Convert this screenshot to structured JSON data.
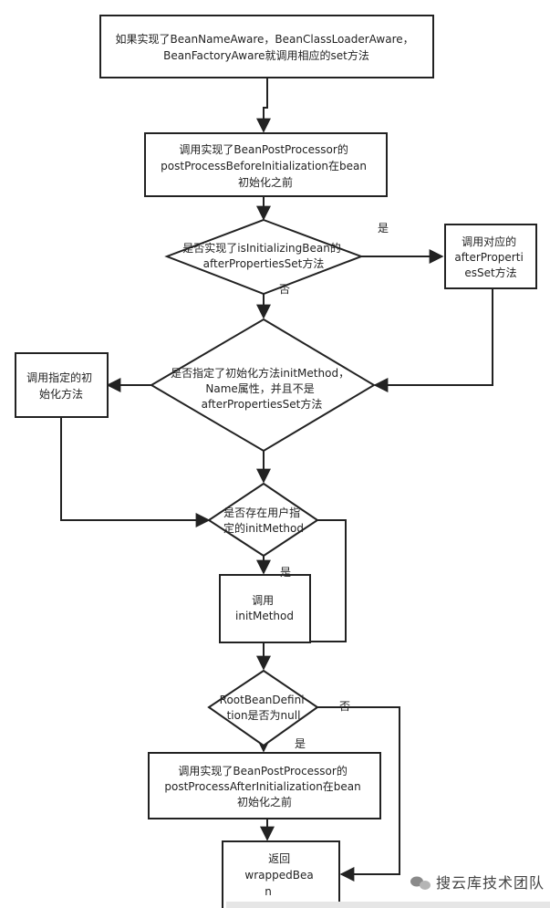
{
  "nodes": {
    "aware": [
      "如果实现了BeanNameAware，BeanClassLoaderAware，",
      "BeanFactoryAware就调用相应的set方法"
    ],
    "before_init": [
      "调用实现了BeanPostProcessor的",
      "postProcessBeforeInitialization在bean",
      "初始化之前"
    ],
    "is_initializing_bean": [
      "是否实现了isInitializingBean的",
      "afterPropertiesSet方法"
    ],
    "call_after_properties_set": [
      "调用对应的",
      "afterProperti",
      "esSet方法"
    ],
    "init_method_specified": [
      "是否指定了初始化方法initMethod，",
      "Name属性，并且不是",
      "afterPropertiesSet方法"
    ],
    "call_specified_init": [
      "调用指定的初",
      "始化方法"
    ],
    "user_init_method": [
      "是否存在用户指",
      "定的initMethod"
    ],
    "call_init_method": [
      "调用",
      "initMethod"
    ],
    "root_bean_definition_null": [
      "RootBeanDefini",
      "tion是否为null"
    ],
    "after_init": [
      "调用实现了BeanPostProcessor的",
      "postProcessAfterInitialization在bean",
      "初始化之前"
    ],
    "return_wrapped_bean": [
      "返回",
      "wrappedBea",
      "n"
    ]
  },
  "edge_labels": {
    "yes_1": "是",
    "no_1": "否",
    "yes_2": "是",
    "no_2": "否",
    "yes_3": "是"
  },
  "watermark": "搜云库技术团队",
  "colors": {
    "stroke": "#222222",
    "background": "#ffffff",
    "text": "#222222"
  }
}
